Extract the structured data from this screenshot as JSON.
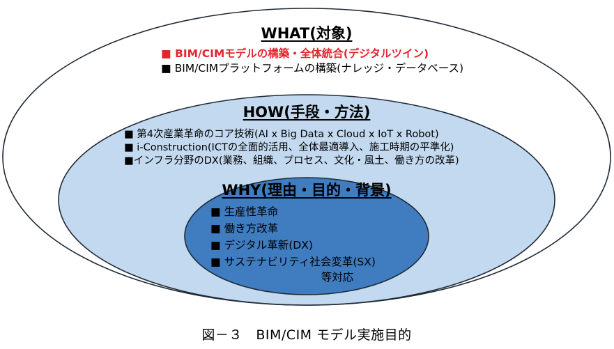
{
  "what": {
    "heading": "WHAT(対象)",
    "items": [
      "■ BIM/CIMモデルの構築・全体統合(デジタルツイン)",
      "■ BIM/CIMプラットフォームの構築(ナレッジ・データベース)"
    ]
  },
  "how": {
    "heading": "HOW(手段・方法)",
    "items": [
      "■ 第4次産業革命のコア技術(AI x Big Data x Cloud x IoT x Robot)",
      "■ i-Construction(ICTの全面的活用、全体最適導入、施工時期の平準化)",
      "■インフラ分野のDX(業務、組織、プロセス、文化・風土、働き方の改革)"
    ]
  },
  "why": {
    "heading": "WHY(理由・目的・背景)",
    "items": [
      "■ 生産性革命",
      "■ 働き方改革",
      "■ デジタル革新(DX)",
      "■ サステナビリティ社会変革(SX)",
      "等対応"
    ]
  },
  "caption": "図－３　BIM/CIM モデル実施目的",
  "colors": {
    "outer_fill": "#ffffff",
    "middle_fill": "#c3d9ef",
    "inner_fill": "#3f7cc0",
    "stroke": "#1f2a36",
    "highlight_text": "#e3262e"
  }
}
